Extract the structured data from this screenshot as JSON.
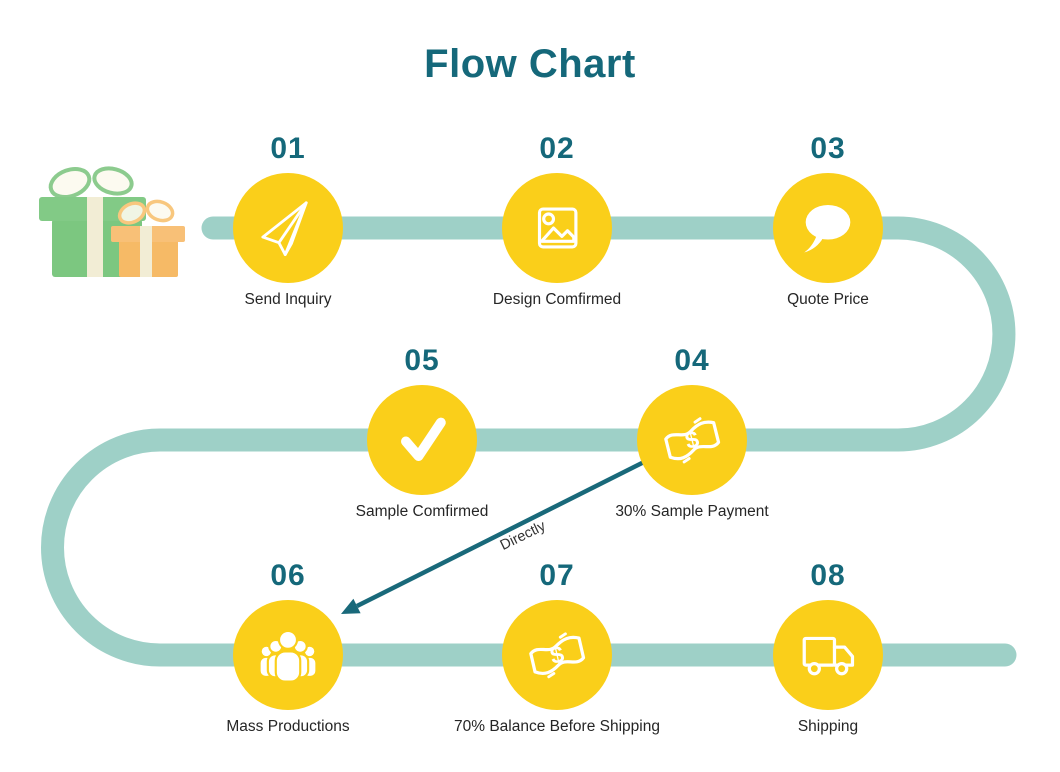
{
  "title": "Flow Chart",
  "directly_label": "Directly",
  "dollar_symbol": "$",
  "colors": {
    "teal": "#15687A",
    "path-teal": "#9ED0C7",
    "arrow-teal": "#19697A",
    "step-yellow": "#FACF1A",
    "gift-green": "#7CC780",
    "gift-green-lid": "#82CA86",
    "gift-green-edge": "#8CCB8E",
    "gift-orange": "#F6BA66",
    "gift-orange-lid": "#F8C077",
    "gift-orange-edge": "#F8C77E",
    "gift-cream": "#F2EDD5"
  },
  "steps": [
    {
      "number": "01",
      "label": "Send Inquiry",
      "icon": "paper-plane"
    },
    {
      "number": "02",
      "label": "Design Comfirmed",
      "icon": "image"
    },
    {
      "number": "03",
      "label": "Quote Price",
      "icon": "speech-bubble"
    },
    {
      "number": "04",
      "label": "30% Sample Payment",
      "icon": "money-bill"
    },
    {
      "number": "05",
      "label": "Sample Comfirmed",
      "icon": "check"
    },
    {
      "number": "06",
      "label": "Mass Productions",
      "icon": "people"
    },
    {
      "number": "07",
      "label": "70% Balance Before Shipping",
      "icon": "money-bill"
    },
    {
      "number": "08",
      "label": "Shipping",
      "icon": "truck"
    }
  ]
}
